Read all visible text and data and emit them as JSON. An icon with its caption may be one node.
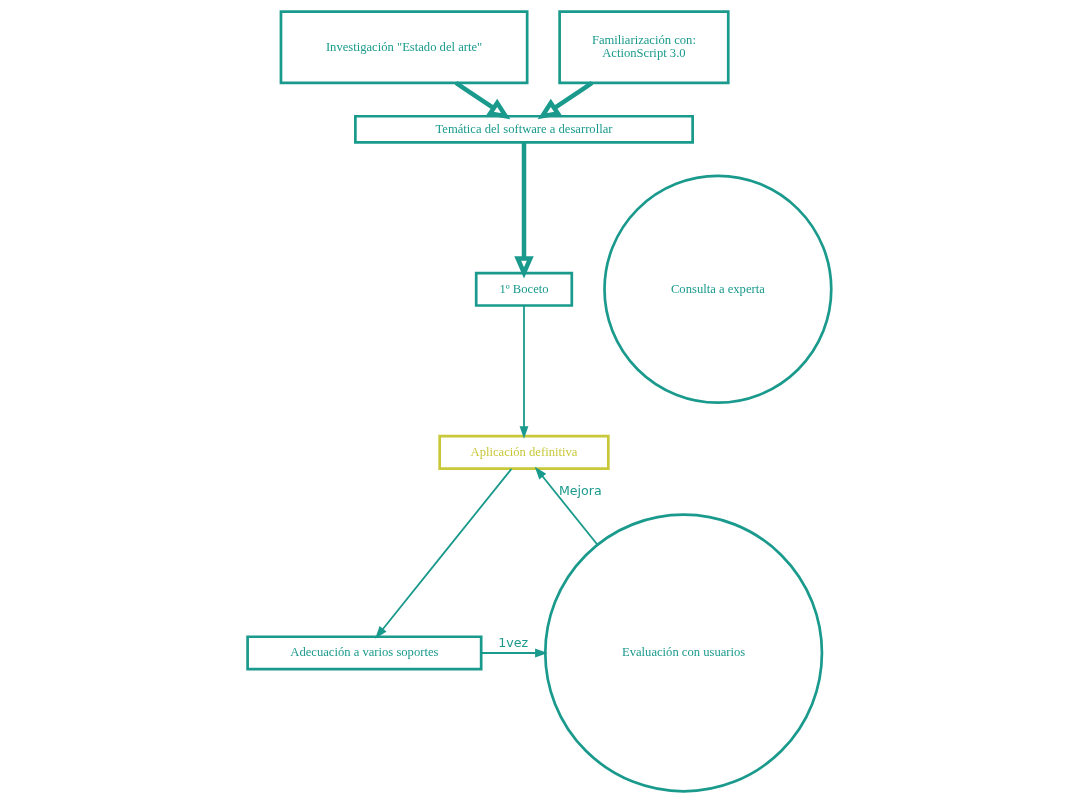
{
  "diagram": {
    "nodes": [
      {
        "text": [
          "Investigación \"Estado del arte\""
        ]
      },
      {
        "text": [
          "Familiarización con:",
          "ActionScript 3.0"
        ]
      },
      {
        "text": [
          "Temática del software a desarrollar"
        ]
      },
      {
        "text": [
          "1º Boceto"
        ]
      },
      {
        "text": [
          "Consulta a experta"
        ]
      },
      {
        "text": [
          "Aplicación definitiva"
        ]
      },
      {
        "text": [
          "Adecuación a varios soportes"
        ]
      },
      {
        "text": [
          "Evaluación con usuarios"
        ]
      }
    ],
    "edges": [
      {
        "from": 0,
        "to": 2,
        "arrow": "to",
        "style": "thick"
      },
      {
        "from": 1,
        "to": 2,
        "arrow": "to",
        "style": "thick"
      },
      {
        "from": 2,
        "to": 3,
        "arrow": "to",
        "style": "thick"
      },
      {
        "from": 3,
        "to": 5,
        "arrow": "to"
      },
      {
        "from": 5,
        "to": 6,
        "arrow": "to"
      },
      {
        "from": 6,
        "to": 7,
        "arrow": "to",
        "label": "1vez"
      },
      {
        "from": 7,
        "to": 5,
        "arrow": "to",
        "label": "Mejora"
      }
    ]
  }
}
